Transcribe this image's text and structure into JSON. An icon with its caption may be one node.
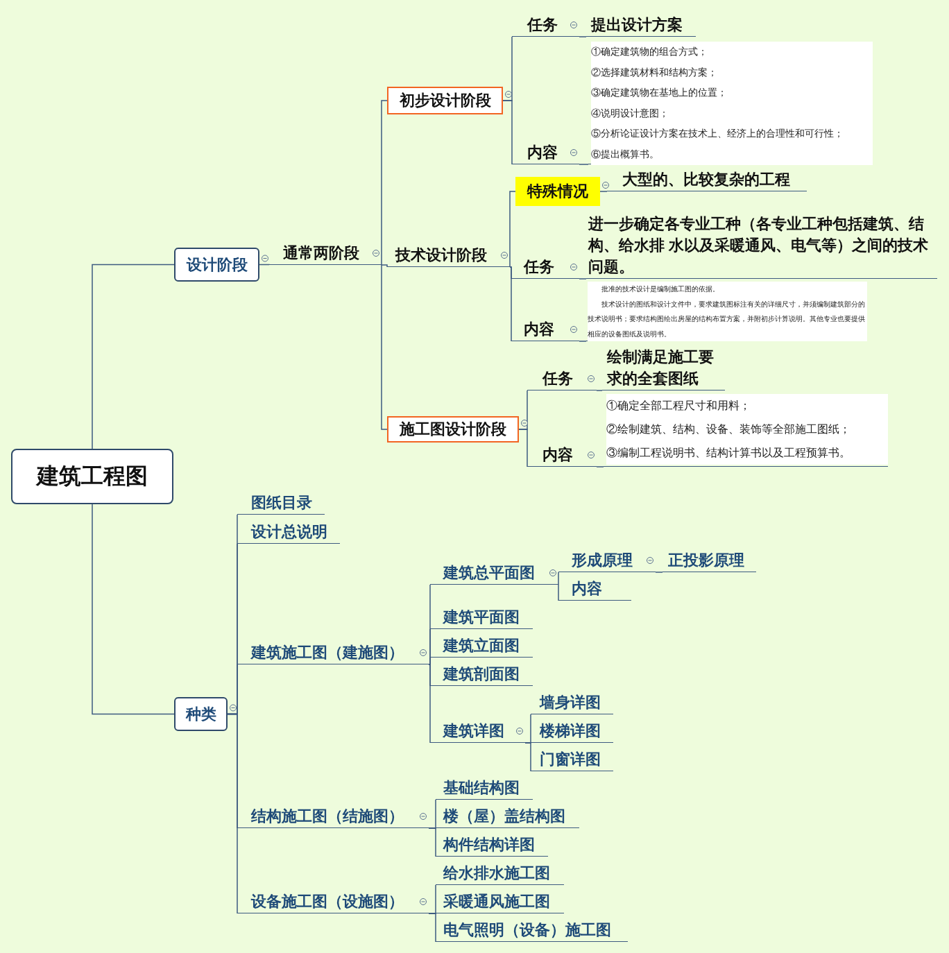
{
  "diagram": {
    "nodes": [
      {
        "text": [
          "建筑工程图"
        ]
      },
      {
        "text": [
          "设计阶段"
        ]
      },
      {
        "text": [
          "通常两阶段"
        ]
      },
      {
        "text": [
          "初步设计阶段"
        ]
      },
      {
        "text": [
          "任务"
        ]
      },
      {
        "text": [
          "提出设计方案"
        ]
      },
      {
        "text": [
          "内容"
        ]
      },
      {
        "text": [
          "①确定建筑物的组合方式；",
          "②选择建筑材料和结构方案；",
          "③确定建筑物在基地上的位置；",
          "④说明设计意图；",
          "⑤分析论证设计方案在技术上、经济上的合理性和可行性；",
          "⑥提出概算书。"
        ]
      },
      {
        "text": [
          "技术设计阶段"
        ]
      },
      {
        "text": [
          "特殊情况"
        ]
      },
      {
        "text": [
          "大型的、比较复杂的工程"
        ]
      },
      {
        "text": [
          "任务"
        ]
      },
      {
        "text": [
          "进一步确定各专业工种（各专业工种包括建筑、结构、给水排 水以及采暖通风、电气等）之间的技术问题。"
        ]
      },
      {
        "text": [
          "内容"
        ]
      },
      {
        "text": [
          "批准的技术设计是编制施工图的依据。",
          "技术设计的图纸和设计文件中，要求建筑图标注有关的详细尺寸，并须编制建筑部分的技术说明书；要求结构图绘出房屋的结构布置方案，并附初步计算说明。其他专业也要提供相应的设备图纸及说明书。"
        ]
      },
      {
        "text": [
          "施工图设计阶段"
        ]
      },
      {
        "text": [
          "任务"
        ]
      },
      {
        "text": [
          "绘制满足施工要求的全套图纸"
        ]
      },
      {
        "text": [
          "内容"
        ]
      },
      {
        "text": [
          "①确定全部工程尺寸和用料；",
          "②绘制建筑、结构、设备、装饰等全部施工图纸；",
          "③编制工程说明书、结构计算书以及工程预算书。"
        ]
      },
      {
        "text": [
          "种类"
        ]
      },
      {
        "text": [
          "图纸目录"
        ]
      },
      {
        "text": [
          "设计总说明"
        ]
      },
      {
        "text": [
          "建筑施工图（建施图）"
        ]
      },
      {
        "text": [
          "建筑总平面图"
        ]
      },
      {
        "text": [
          "形成原理"
        ]
      },
      {
        "text": [
          "正投影原理"
        ]
      },
      {
        "text": [
          "内容"
        ]
      },
      {
        "text": [
          "建筑平面图"
        ]
      },
      {
        "text": [
          "建筑立面图"
        ]
      },
      {
        "text": [
          "建筑剖面图"
        ]
      },
      {
        "text": [
          "建筑详图"
        ]
      },
      {
        "text": [
          "墙身详图"
        ]
      },
      {
        "text": [
          "楼梯详图"
        ]
      },
      {
        "text": [
          "门窗详图"
        ]
      },
      {
        "text": [
          "结构施工图（结施图）"
        ]
      },
      {
        "text": [
          "基础结构图"
        ]
      },
      {
        "text": [
          "楼（屋）盖结构图"
        ]
      },
      {
        "text": [
          "构件结构详图"
        ]
      },
      {
        "text": [
          "设备施工图（设施图）"
        ]
      },
      {
        "text": [
          "给水排水施工图"
        ]
      },
      {
        "text": [
          "采暖通风施工图"
        ]
      },
      {
        "text": [
          "电气照明（设备）施工图"
        ]
      }
    ],
    "edges": [
      {
        "from": 0,
        "to": 1,
        "arrow": "none"
      },
      {
        "from": 1,
        "to": 2,
        "arrow": "none"
      },
      {
        "from": 2,
        "to": 3,
        "arrow": "none"
      },
      {
        "from": 3,
        "to": 4,
        "arrow": "none"
      },
      {
        "from": 4,
        "to": 5,
        "arrow": "none"
      },
      {
        "from": 3,
        "to": 6,
        "arrow": "none"
      },
      {
        "from": 6,
        "to": 7,
        "arrow": "none"
      },
      {
        "from": 2,
        "to": 8,
        "arrow": "none"
      },
      {
        "from": 8,
        "to": 9,
        "arrow": "none"
      },
      {
        "from": 9,
        "to": 10,
        "arrow": "none"
      },
      {
        "from": 8,
        "to": 11,
        "arrow": "none"
      },
      {
        "from": 11,
        "to": 12,
        "arrow": "none"
      },
      {
        "from": 8,
        "to": 13,
        "arrow": "none"
      },
      {
        "from": 13,
        "to": 14,
        "arrow": "none"
      },
      {
        "from": 2,
        "to": 15,
        "arrow": "none"
      },
      {
        "from": 15,
        "to": 16,
        "arrow": "none"
      },
      {
        "from": 16,
        "to": 17,
        "arrow": "none"
      },
      {
        "from": 15,
        "to": 18,
        "arrow": "none"
      },
      {
        "from": 18,
        "to": 19,
        "arrow": "none"
      },
      {
        "from": 0,
        "to": 20,
        "arrow": "none"
      },
      {
        "from": 20,
        "to": 21,
        "arrow": "none"
      },
      {
        "from": 20,
        "to": 22,
        "arrow": "none"
      },
      {
        "from": 20,
        "to": 23,
        "arrow": "none"
      },
      {
        "from": 23,
        "to": 24,
        "arrow": "none"
      },
      {
        "from": 24,
        "to": 25,
        "arrow": "none"
      },
      {
        "from": 25,
        "to": 26,
        "arrow": "none"
      },
      {
        "from": 24,
        "to": 27,
        "arrow": "none"
      },
      {
        "from": 23,
        "to": 28,
        "arrow": "none"
      },
      {
        "from": 23,
        "to": 29,
        "arrow": "none"
      },
      {
        "from": 23,
        "to": 30,
        "arrow": "none"
      },
      {
        "from": 23,
        "to": 31,
        "arrow": "none"
      },
      {
        "from": 31,
        "to": 32,
        "arrow": "none"
      },
      {
        "from": 31,
        "to": 33,
        "arrow": "none"
      },
      {
        "from": 31,
        "to": 34,
        "arrow": "none"
      },
      {
        "from": 20,
        "to": 35,
        "arrow": "none"
      },
      {
        "from": 35,
        "to": 36,
        "arrow": "none"
      },
      {
        "from": 35,
        "to": 37,
        "arrow": "none"
      },
      {
        "from": 35,
        "to": 38,
        "arrow": "none"
      },
      {
        "from": 20,
        "to": 39,
        "arrow": "none"
      },
      {
        "from": 39,
        "to": 40,
        "arrow": "none"
      },
      {
        "from": 39,
        "to": 41,
        "arrow": "none"
      },
      {
        "from": 39,
        "to": 42,
        "arrow": "none"
      }
    ]
  }
}
